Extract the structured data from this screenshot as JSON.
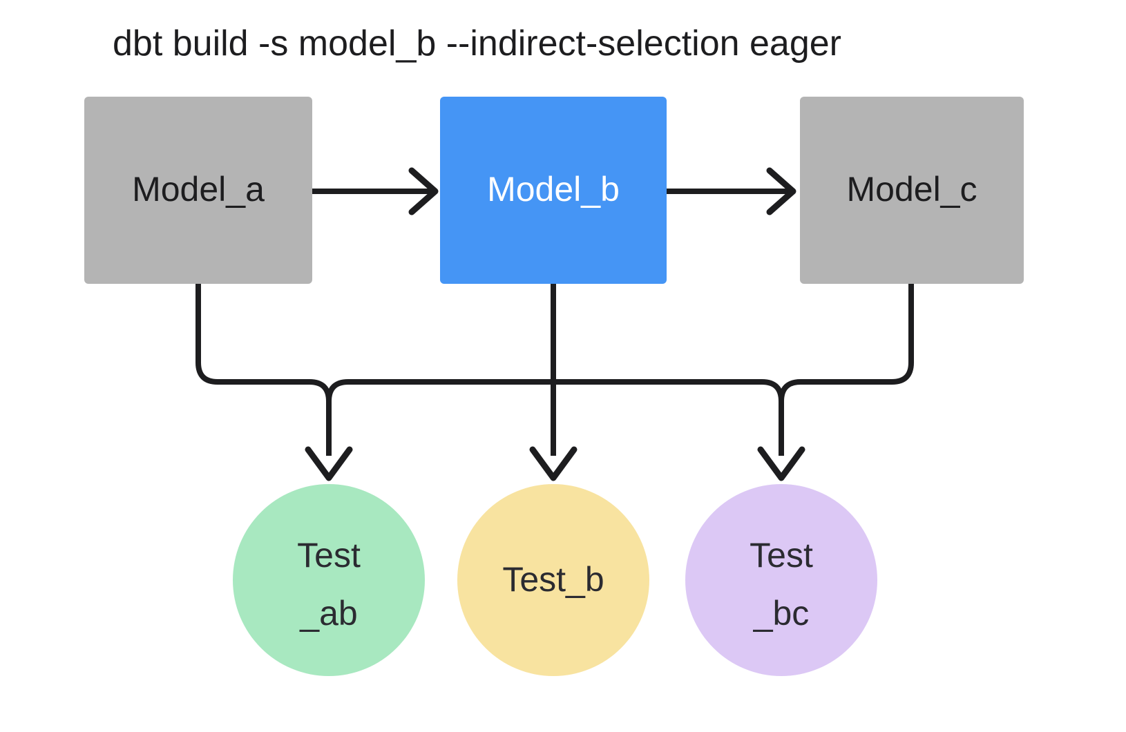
{
  "title": "dbt build -s model_b --indirect-selection eager",
  "colors": {
    "background": "#ffffff",
    "model_default_fill": "#b4b4b4",
    "model_selected_fill": "#4595f5",
    "model_default_text": "#1d1d1f",
    "model_selected_text": "#ffffff",
    "edge": "#1d1d1f",
    "test_ab_fill": "#a8e8c0",
    "test_b_fill": "#f8e3a0",
    "test_bc_fill": "#dcc8f5",
    "test_text": "#2b2b31"
  },
  "models": [
    {
      "id": "model_a",
      "label": "Model_a",
      "state": "unselected"
    },
    {
      "id": "model_b",
      "label": "Model_b",
      "state": "selected"
    },
    {
      "id": "model_c",
      "label": "Model_c",
      "state": "unselected"
    }
  ],
  "tests": [
    {
      "id": "test_ab",
      "line1": "Test",
      "line2": "_ab",
      "single": ""
    },
    {
      "id": "test_b",
      "line1": "",
      "line2": "",
      "single": "Test_b"
    },
    {
      "id": "test_bc",
      "line1": "Test",
      "line2": "_bc",
      "single": ""
    }
  ],
  "edges": [
    {
      "from": "model_a",
      "to": "model_b",
      "kind": "ref"
    },
    {
      "from": "model_b",
      "to": "model_c",
      "kind": "ref"
    },
    {
      "from": "model_a",
      "to": "test_ab",
      "kind": "test"
    },
    {
      "from": "model_b",
      "to": "test_ab",
      "kind": "test"
    },
    {
      "from": "model_b",
      "to": "test_b",
      "kind": "test"
    },
    {
      "from": "model_b",
      "to": "test_bc",
      "kind": "test"
    },
    {
      "from": "model_c",
      "to": "test_bc",
      "kind": "test"
    }
  ]
}
